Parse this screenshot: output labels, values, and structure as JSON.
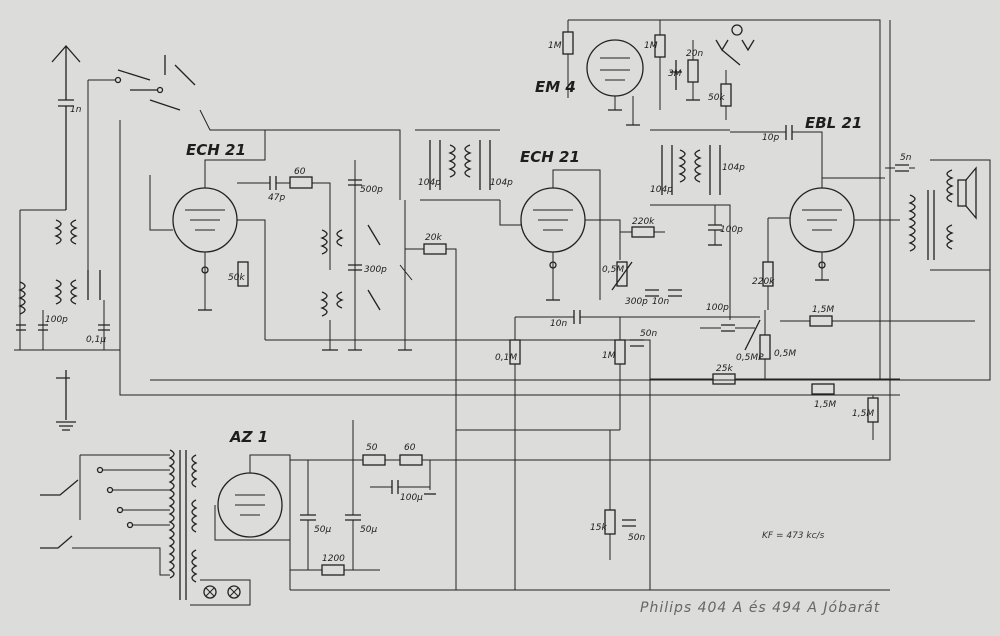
{
  "tubes": {
    "em4": "EM 4",
    "ech21_a": "ECH 21",
    "ech21_b": "ECH 21",
    "ebl21": "EBL 21",
    "az1": "AZ 1"
  },
  "values": {
    "c_1n": "1n",
    "c_100p_left": "100p",
    "c_01u": "0,1µ",
    "r_50k": "50k",
    "c_47p": "47p",
    "r_60": "60",
    "c_500p": "500p",
    "c_300p": "300p",
    "c_104p_1": "104p",
    "c_104p_2": "104p",
    "r_20k": "20k",
    "r_1m_a": "1M",
    "r_1m_b": "1M",
    "r_3m": "3M",
    "c_20n": "20n",
    "r_50k_em": "50k",
    "c_10p": "10p",
    "c_104p_3": "104p",
    "c_104p_4": "104p",
    "c_100p_if": "100p",
    "r_220k_a": "220k",
    "r_05m_a": "0,5M",
    "c_300p_det": "300p",
    "c_10n_a": "10n",
    "c_10n_b": "10n",
    "r_01m": "0,1M",
    "r_1m_c": "1M",
    "c_50n_a": "50n",
    "c_100p_b": "100p",
    "r_05mp": "0,5MP",
    "r_05m_b": "0,5M",
    "r_220k_b": "220k",
    "r_15m_a": "1,5M",
    "r_25k": "25k",
    "r_15m_b": "1,5M",
    "r_15m_c": "1,5M",
    "c_5n": "5n",
    "r_50_ps": "50",
    "r_60_ps": "60",
    "c_100u": "100µ",
    "c_50u_a": "50µ",
    "c_50u_b": "50µ",
    "r_1200": "1200",
    "r_15k": "15k",
    "c_50n_b": "50n"
  },
  "freq": "KF = 473 kc/s",
  "title": "Philips 404 A és 494 A Jóbarát"
}
